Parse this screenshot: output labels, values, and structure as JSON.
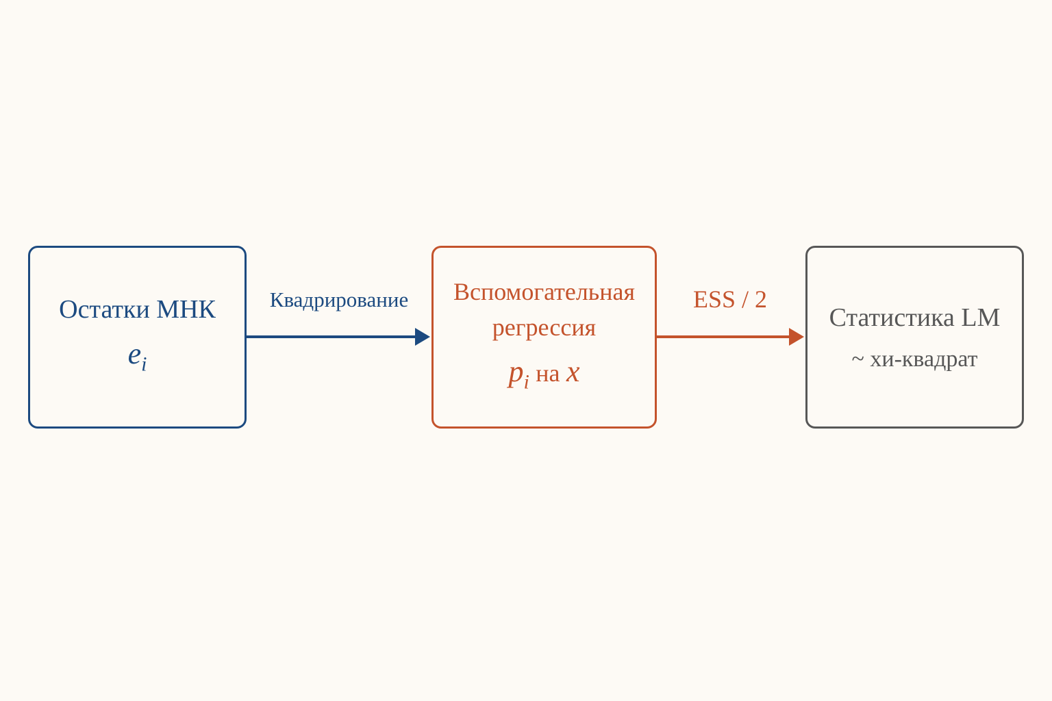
{
  "colors": {
    "background": "#fdfaf5",
    "blue": "#1c4a80",
    "orange": "#c4532c",
    "gray": "#575757"
  },
  "nodes": [
    {
      "title": "Остатки МНК",
      "formula": {
        "base": "e",
        "sub": "i"
      }
    },
    {
      "title": "Вспомогательная регрессия",
      "formula": {
        "base": "p",
        "sub": "i",
        "word": "на",
        "var": "x"
      }
    },
    {
      "title": "Статистика LM",
      "subtitle": "~ хи-квадрат"
    }
  ],
  "edges": [
    {
      "label": "Квадрирование"
    },
    {
      "label": "ESS / 2"
    }
  ]
}
